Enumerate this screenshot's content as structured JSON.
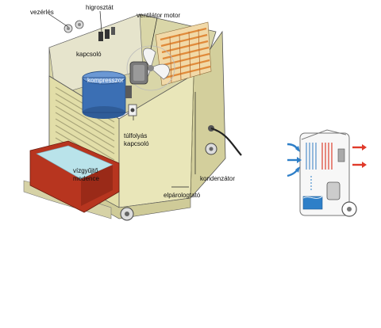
{
  "labels": {
    "vezerles": "vezérlés",
    "higrosztat": "higrosztát",
    "ventilator_motor": "ventilátor motor",
    "kapcsolo": "kapcsoló",
    "kompresszor": "kompresszor",
    "tulfolyas_line1": "túlfolyás",
    "tulfolyas_line2": "kapcsoló",
    "vizgyujto_line1": "vízgyűjtő",
    "vizgyujto_line2": "medence",
    "kondenzator": "kondenzátor",
    "elparologtato": "elpárologtató"
  },
  "colors": {
    "cabinet": "#e9e6b9",
    "cabinet_shadow": "#cfcb98",
    "compressor": "#3b6fb4",
    "tank": "#b7351f",
    "water": "#b9e3ea",
    "coil": "#e08a3a",
    "arrow_in": "#2e7fc8",
    "arrow_out": "#e03a2a"
  }
}
